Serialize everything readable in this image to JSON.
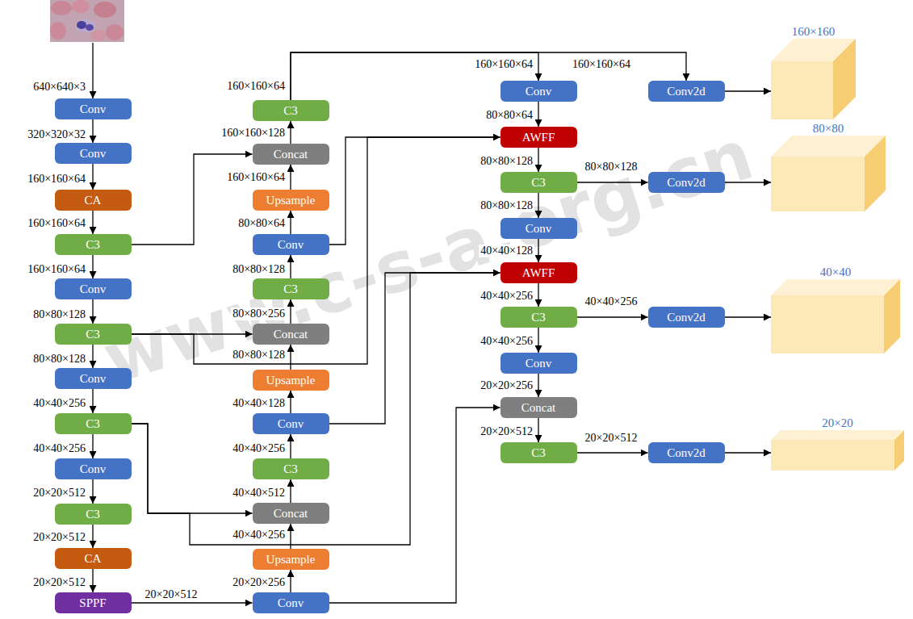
{
  "diagram": {
    "nodes": [
      {
        "text": [
          "Conv"
        ]
      },
      {
        "text": [
          "Conv"
        ]
      },
      {
        "text": [
          "CA"
        ]
      },
      {
        "text": [
          "C3"
        ]
      },
      {
        "text": [
          "Conv"
        ]
      },
      {
        "text": [
          "C3"
        ]
      },
      {
        "text": [
          "Conv"
        ]
      },
      {
        "text": [
          "C3"
        ]
      },
      {
        "text": [
          "Conv"
        ]
      },
      {
        "text": [
          "C3"
        ]
      },
      {
        "text": [
          "CA"
        ]
      },
      {
        "text": [
          "SPPF"
        ]
      },
      {
        "text": [
          "Conv"
        ]
      },
      {
        "text": [
          "Upsample"
        ]
      },
      {
        "text": [
          "Concat"
        ]
      },
      {
        "text": [
          "C3"
        ]
      },
      {
        "text": [
          "Conv"
        ]
      },
      {
        "text": [
          "Upsample"
        ]
      },
      {
        "text": [
          "Concat"
        ]
      },
      {
        "text": [
          "C3"
        ]
      },
      {
        "text": [
          "Conv"
        ]
      },
      {
        "text": [
          "Upsample"
        ]
      },
      {
        "text": [
          "Concat"
        ]
      },
      {
        "text": [
          "C3"
        ]
      },
      {
        "text": [
          "Conv"
        ]
      },
      {
        "text": [
          "AWFF"
        ]
      },
      {
        "text": [
          "C3"
        ]
      },
      {
        "text": [
          "Conv"
        ]
      },
      {
        "text": [
          "AWFF"
        ]
      },
      {
        "text": [
          "C3"
        ]
      },
      {
        "text": [
          "Conv"
        ]
      },
      {
        "text": [
          "Concat"
        ]
      },
      {
        "text": [
          "C3"
        ]
      },
      {
        "text": [
          "Conv2d"
        ]
      },
      {
        "text": [
          "Conv2d"
        ]
      },
      {
        "text": [
          "Conv2d"
        ]
      },
      {
        "text": [
          "Conv2d"
        ]
      },
      {
        "text": [
          "160×160"
        ]
      },
      {
        "text": [
          "80×80"
        ]
      },
      {
        "text": [
          "40×40"
        ]
      },
      {
        "text": [
          "20×20"
        ]
      }
    ],
    "edges": [
      {
        "from": 0,
        "to": 1,
        "arrow": "to",
        "label": "320×320×32"
      },
      {
        "from": 1,
        "to": 2,
        "arrow": "to",
        "label": "160×160×64"
      },
      {
        "from": 2,
        "to": 3,
        "arrow": "to",
        "label": "160×160×64"
      },
      {
        "from": 3,
        "to": 4,
        "arrow": "to",
        "label": "160×160×64"
      },
      {
        "from": 4,
        "to": 5,
        "arrow": "to",
        "label": "80×80×128"
      },
      {
        "from": 5,
        "to": 6,
        "arrow": "to",
        "label": "80×80×128"
      },
      {
        "from": 6,
        "to": 7,
        "arrow": "to",
        "label": "40×40×256"
      },
      {
        "from": 7,
        "to": 8,
        "arrow": "to",
        "label": "40×40×256"
      },
      {
        "from": 8,
        "to": 9,
        "arrow": "to",
        "label": "20×20×512"
      },
      {
        "from": 9,
        "to": 10,
        "arrow": "to",
        "label": "20×20×512"
      },
      {
        "from": 10,
        "to": 11,
        "arrow": "to",
        "label": "20×20×512"
      },
      {
        "from": 11,
        "to": 12,
        "arrow": "to",
        "label": "20×20×512"
      },
      {
        "from": 12,
        "to": 13,
        "arrow": "to",
        "label": "20×20×256"
      },
      {
        "from": 13,
        "to": 14,
        "arrow": "to",
        "label": "40×40×256"
      },
      {
        "from": 14,
        "to": 15,
        "arrow": "to",
        "label": "40×40×512"
      },
      {
        "from": 15,
        "to": 16,
        "arrow": "to",
        "label": "40×40×256"
      },
      {
        "from": 16,
        "to": 17,
        "arrow": "to",
        "label": "40×40×128"
      },
      {
        "from": 17,
        "to": 18,
        "arrow": "to",
        "label": "80×80×128"
      },
      {
        "from": 18,
        "to": 19,
        "arrow": "to",
        "label": "80×80×256"
      },
      {
        "from": 19,
        "to": 20,
        "arrow": "to",
        "label": "80×80×128"
      },
      {
        "from": 20,
        "to": 21,
        "arrow": "to",
        "label": "80×80×64"
      },
      {
        "from": 21,
        "to": 22,
        "arrow": "to",
        "label": "160×160×64"
      },
      {
        "from": 22,
        "to": 23,
        "arrow": "to",
        "label": "160×160×128"
      },
      {
        "from": 3,
        "to": 22,
        "arrow": "to"
      },
      {
        "from": 5,
        "to": 18,
        "arrow": "to"
      },
      {
        "from": 5,
        "to": 25,
        "arrow": "to"
      },
      {
        "from": 20,
        "to": 25,
        "arrow": "to"
      },
      {
        "from": 7,
        "to": 14,
        "arrow": "to"
      },
      {
        "from": 7,
        "to": 28,
        "arrow": "to"
      },
      {
        "from": 16,
        "to": 28,
        "arrow": "to"
      },
      {
        "from": 12,
        "to": 31,
        "arrow": "to"
      },
      {
        "from": 23,
        "to": 24,
        "arrow": "to",
        "label": "160×160×64"
      },
      {
        "from": 23,
        "to": 33,
        "arrow": "to",
        "label": "160×160×64"
      },
      {
        "from": 24,
        "to": 25,
        "arrow": "to",
        "label": "80×80×64"
      },
      {
        "from": 25,
        "to": 26,
        "arrow": "to",
        "label": "80×80×128"
      },
      {
        "from": 26,
        "to": 27,
        "arrow": "to",
        "label": "80×80×128"
      },
      {
        "from": 27,
        "to": 28,
        "arrow": "to",
        "label": "40×40×128"
      },
      {
        "from": 28,
        "to": 29,
        "arrow": "to",
        "label": "40×40×256"
      },
      {
        "from": 29,
        "to": 30,
        "arrow": "to",
        "label": "40×40×256"
      },
      {
        "from": 30,
        "to": 31,
        "arrow": "to",
        "label": "20×20×256"
      },
      {
        "from": 31,
        "to": 32,
        "arrow": "to",
        "label": "20×20×512"
      },
      {
        "from": 26,
        "to": 34,
        "arrow": "to",
        "label": "80×80×128"
      },
      {
        "from": 29,
        "to": 35,
        "arrow": "to",
        "label": "40×40×256"
      },
      {
        "from": 32,
        "to": 36,
        "arrow": "to",
        "label": "20×20×512"
      },
      {
        "from": 33,
        "to": 37,
        "arrow": "to"
      },
      {
        "from": 34,
        "to": 38,
        "arrow": "to"
      },
      {
        "from": 35,
        "to": 39,
        "arrow": "to"
      },
      {
        "from": 36,
        "to": 40,
        "arrow": "to"
      }
    ],
    "labels": [
      "640×640×3",
      "160×160×64",
      "www.c-s-a.org.cn"
    ]
  }
}
